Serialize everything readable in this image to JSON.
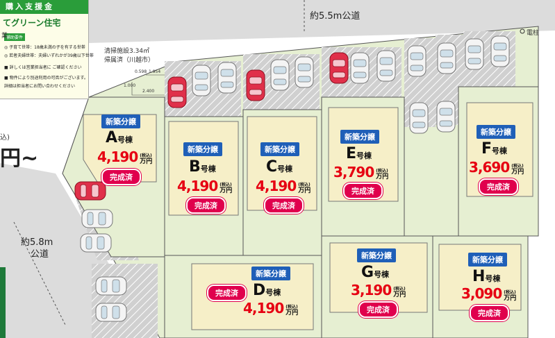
{
  "banner": {
    "title": "購入支援金",
    "subtitle": "てグリーン住宅",
    "side_char": "業",
    "tag": "補助要件",
    "line1": "◎ 子育て世帯：18歳未満の子を有する世帯",
    "line2": "◎ 若者夫婦世帯：夫婦いずれかが39歳以下世帯",
    "line3": "■ 詳しくは営業担当者に ご確認ください",
    "line4": "■ 物件により別途利用の可否がございます。",
    "line5": "詳細は担当者にお問い合わせください"
  },
  "left_price": {
    "suffix": "込)",
    "text": "円~"
  },
  "roads": {
    "top": "約5.5m公道",
    "left_line1": "約5.8m",
    "left_line2": "公道"
  },
  "notes": {
    "cleaning_line1": "清掃施設3.34㎡",
    "cleaning_line2": "帰属済（川越市）",
    "pole": "電柱",
    "dim1": "0.598",
    "dim2": "1.954",
    "dim3": "1.000",
    "dim4": "2.400"
  },
  "lots": [
    {
      "id": "A",
      "badge": "新築分譲",
      "suffix": "号棟",
      "price": "4,190",
      "unit": "万円",
      "unit_tax": "(税込)",
      "status": "完成済"
    },
    {
      "id": "B",
      "badge": "新築分譲",
      "suffix": "号棟",
      "price": "4,190",
      "unit": "万円",
      "unit_tax": "(税込)",
      "status": "完成済"
    },
    {
      "id": "C",
      "badge": "新築分譲",
      "suffix": "号棟",
      "price": "4,190",
      "unit": "万円",
      "unit_tax": "(税込)",
      "status": "完成済"
    },
    {
      "id": "D",
      "badge": "新築分譲",
      "suffix": "号棟",
      "price": "4,190",
      "unit": "万円",
      "unit_tax": "(税込)",
      "status": "完成済"
    },
    {
      "id": "E",
      "badge": "新築分譲",
      "suffix": "号棟",
      "price": "3,790",
      "unit": "万円",
      "unit_tax": "(税込)",
      "status": "完成済"
    },
    {
      "id": "F",
      "badge": "新築分譲",
      "suffix": "号棟",
      "price": "3,690",
      "unit": "万円",
      "unit_tax": "(税込)",
      "status": "完成済"
    },
    {
      "id": "G",
      "badge": "新築分譲",
      "suffix": "号棟",
      "price": "3,190",
      "unit": "万円",
      "unit_tax": "(税込)",
      "status": "完成済"
    },
    {
      "id": "H",
      "badge": "新築分譲",
      "suffix": "号棟",
      "price": "3,090",
      "unit": "万円",
      "unit_tax": "(税込)",
      "status": "完成済"
    }
  ],
  "colors": {
    "lot_fill": "#e6efd2",
    "house_fill": "#f6efc8",
    "road": "#dcdcdc",
    "badge_blue": "#1f5fb8",
    "status_pink": "#e0004d",
    "price_red": "#e60012",
    "car_red": "#e0304a",
    "car_white": "#f2f2f2",
    "green_tag": "#2a9d3a"
  }
}
